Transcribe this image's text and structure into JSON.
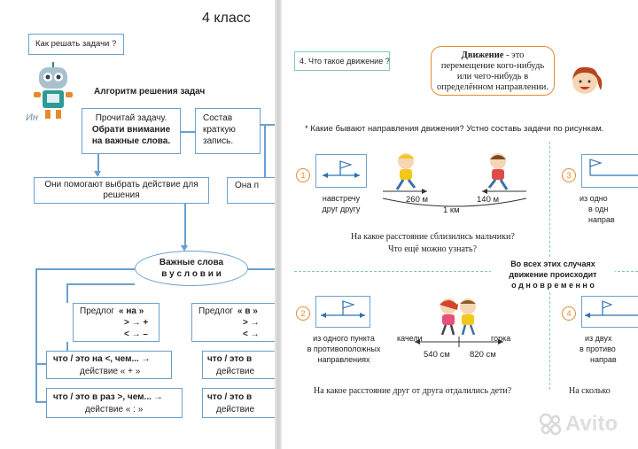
{
  "left": {
    "grade": "4 класс",
    "how_to_solve": "Как решать задачи ?",
    "algorithm_title": "Алгоритм решения задач",
    "robot_caption": "Ин",
    "read_task_line1": "Прочитай задачу.",
    "read_task_line2": "Обрати внимание",
    "read_task_line3": "на важные слова.",
    "compose_line1": "Состав",
    "compose_line2": "краткую",
    "compose_line3": "запись.",
    "help_choose": "Они помогают выбрать действие для решения",
    "partial_box": "Она п",
    "keywords_line1": "Важные слова",
    "keywords_line2": "в  у с л о в и и",
    "prep_na_label": "Предлог",
    "prep_na_word": "« на »",
    "prep_na_rule1": "> → +",
    "prep_na_rule2": "< → –",
    "prep_v_label": "Предлог",
    "prep_v_word": "« в »",
    "prep_v_rule1": "> →",
    "prep_v_rule2": "< →",
    "what_more_line1": "что / это на <, чем... →",
    "what_more_line2": "действие « + »",
    "what_times_line1": "что / это в раз >, чем... →",
    "what_times_line2": "действие « : »",
    "partial_right1_line1": "что / это в",
    "partial_right1_line2": "действие",
    "partial_right2_line1": "что / это в",
    "partial_right2_line2": "действие"
  },
  "right": {
    "section_title": "4. Что такое движение ?",
    "definition_bold": "Движение",
    "definition_rest1": " - это",
    "definition_line2": "перемещение кого-нибудь",
    "definition_line3": "или чего-нибудь в",
    "definition_line4": "определённом направлении.",
    "question_intro": "*  Какие бывают направления движения?  Устно составь  задачи по рисункам.",
    "case1_num": "1",
    "case1_caption_line1": "навстречу",
    "case1_caption_line2": "друг другу",
    "dist_left": "260 м",
    "dist_right": "140 м",
    "dist_total": "1 км",
    "q1": "На какое расстояние сблизились мальчики?",
    "q2": "Что ещё можно узнать?",
    "case3_num": "3",
    "case3_caption_line1": "из одно",
    "case3_caption_line2": "в одн",
    "case3_caption_line3": "направ",
    "simultaneous_line1": "Во всех этих случаях",
    "simultaneous_line2": "движение происходит",
    "simultaneous_line3": "о д н о в р е м е н н о",
    "case2_num": "2",
    "case2_caption_line1": "из одного пункта",
    "case2_caption_line2": "в противоположных",
    "case2_caption_line3": "направлениях",
    "swing_label": "качели",
    "slide_label": "горка",
    "dist2_left": "540 см",
    "dist2_right": "820 см",
    "q3": "На какое расстояние друг от друга отдалились дети?",
    "case4_num": "4",
    "case4_caption_line1": "из двух",
    "case4_caption_line2": "в противо",
    "case4_caption_line3": "направ",
    "q4_partial": "На сколько",
    "watermark": "Avito"
  },
  "colors": {
    "box_border": "#6aa0cf",
    "accent_orange": "#e58a2e",
    "dash_teal": "#7fc6c2"
  }
}
